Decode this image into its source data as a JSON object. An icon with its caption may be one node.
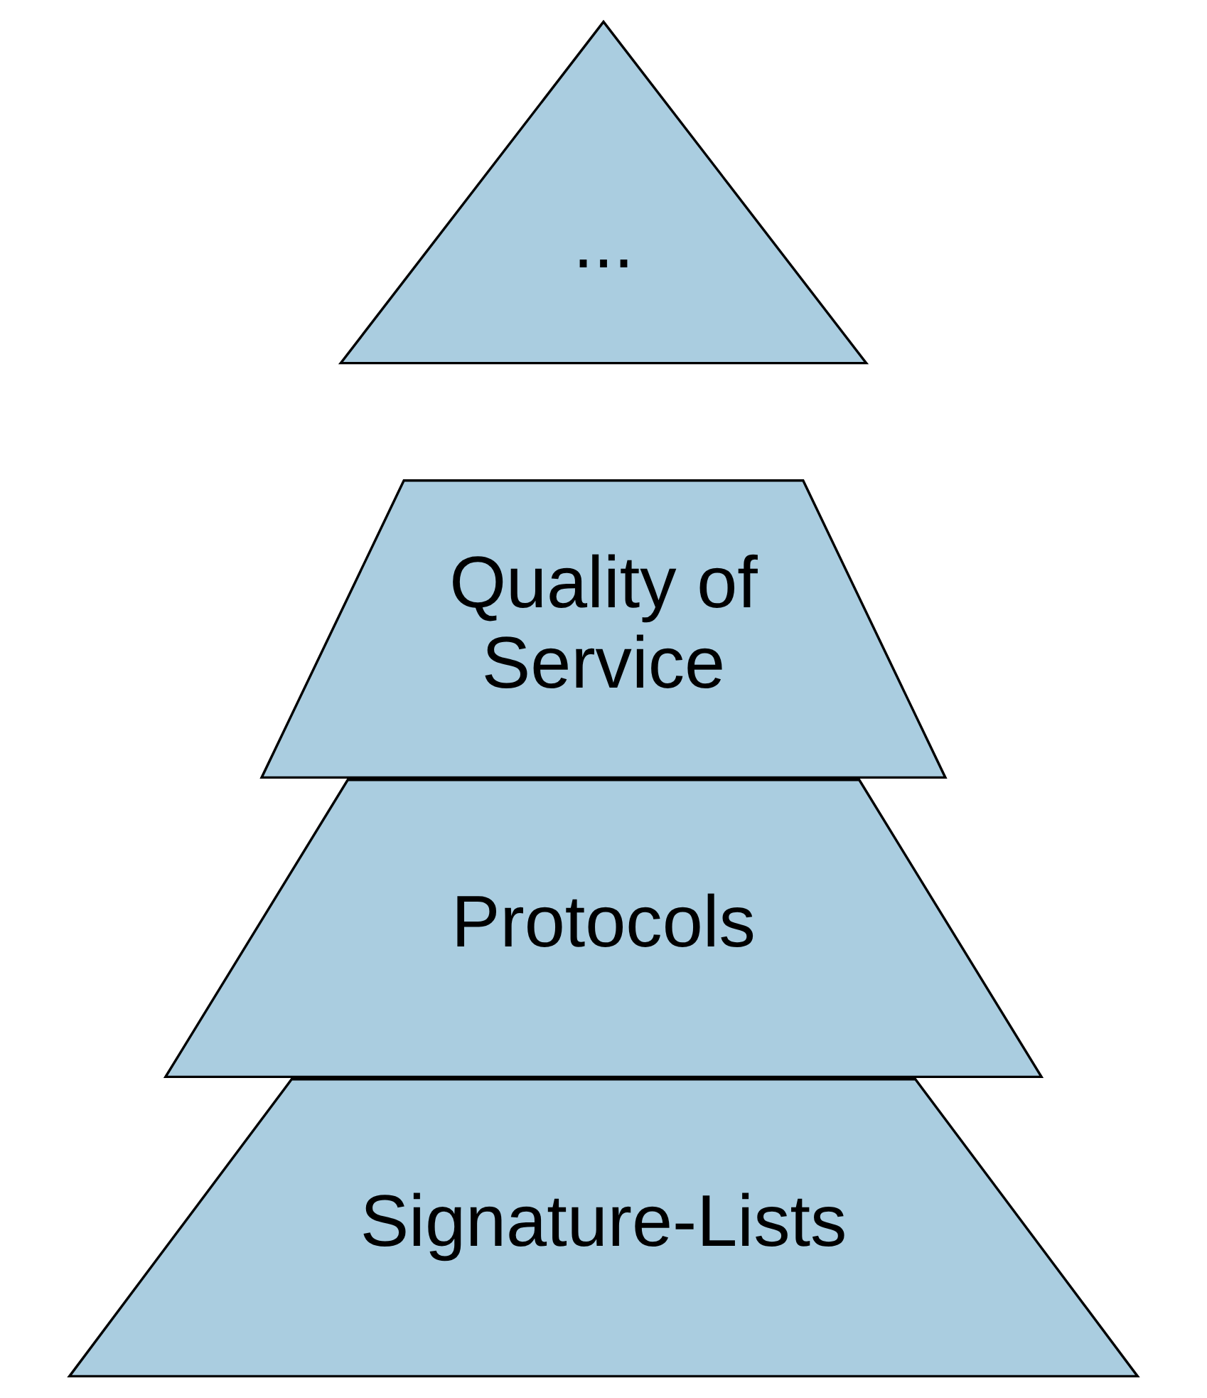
{
  "diagram": {
    "nodes": [
      {
        "text": [
          "..."
        ]
      },
      {
        "text": [
          "Quality of Service"
        ]
      },
      {
        "text": [
          "Protocols"
        ]
      },
      {
        "text": [
          "Signature-Lists"
        ]
      }
    ]
  }
}
